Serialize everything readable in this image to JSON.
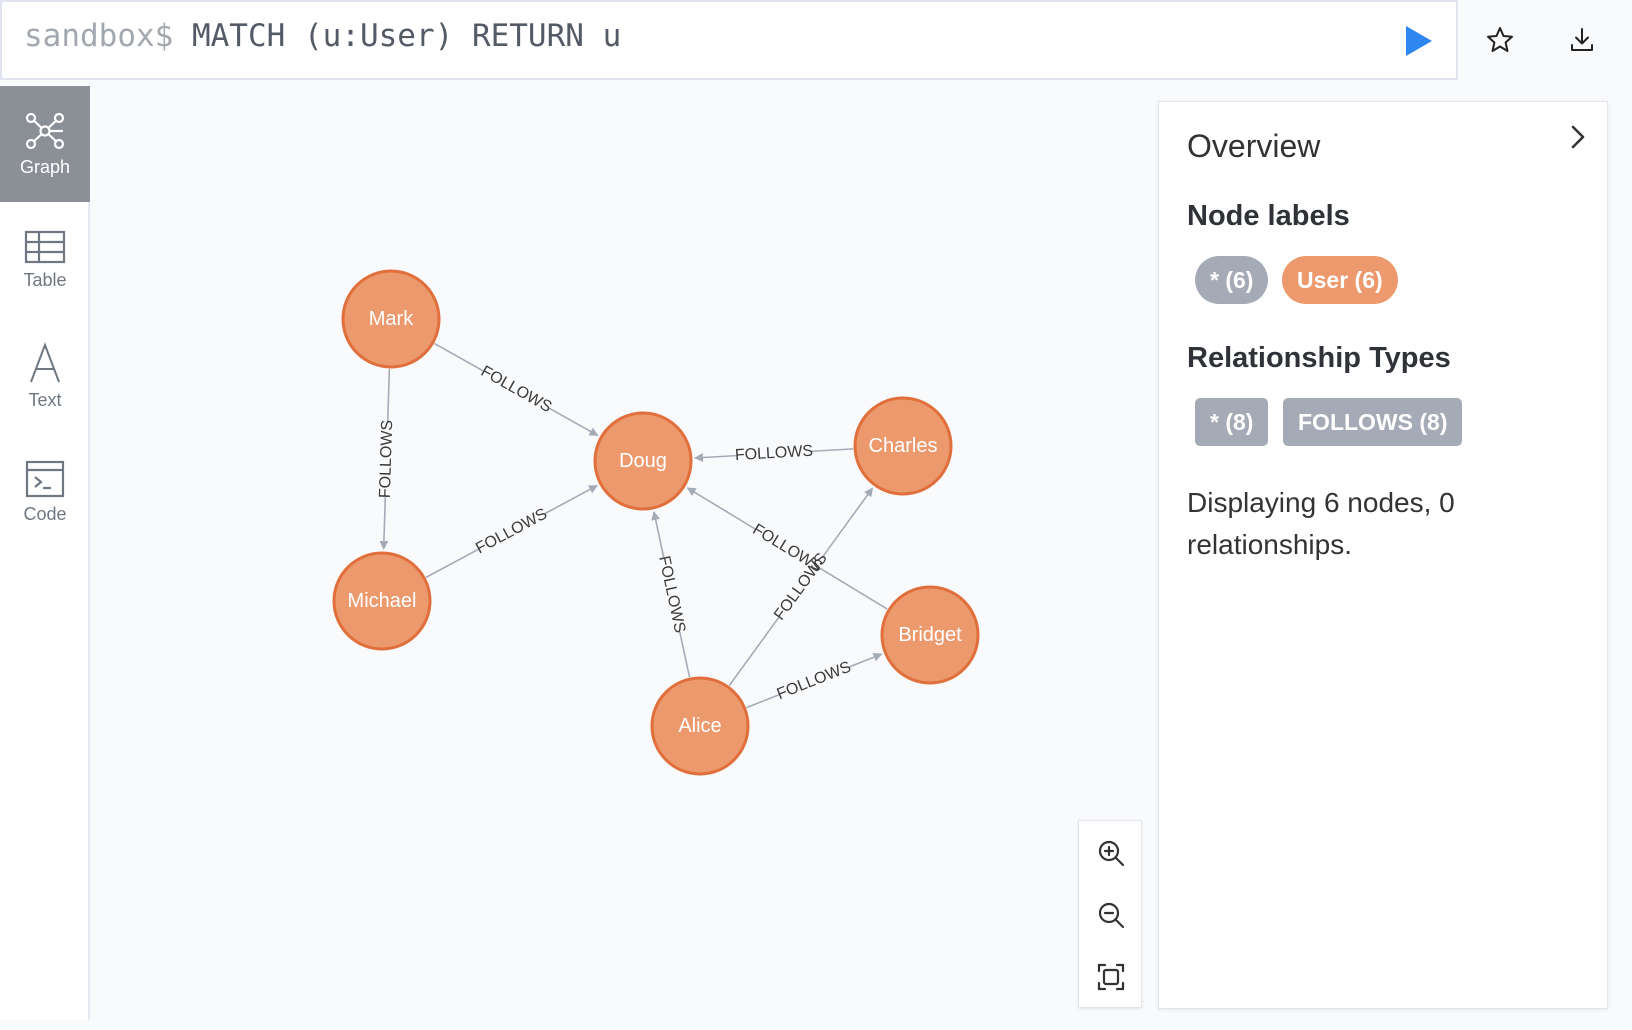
{
  "query_bar": {
    "prompt": "sandbox$",
    "query": "MATCH (u:User) RETURN u",
    "icons": [
      "play-icon",
      "star-icon",
      "download-icon"
    ],
    "accent_color": "#2e86f0"
  },
  "sidebar": {
    "items": [
      {
        "label": "Graph",
        "icon": "graph-icon",
        "active": true
      },
      {
        "label": "Table",
        "icon": "table-icon",
        "active": false
      },
      {
        "label": "Text",
        "icon": "text-icon",
        "active": false
      },
      {
        "label": "Code",
        "icon": "code-icon",
        "active": false
      }
    ]
  },
  "graph": {
    "node_color": "#ec9a6d",
    "node_border": "#e06f3c",
    "edge_color": "#a5abb6",
    "nodes": [
      {
        "id": "mark",
        "label": "Mark"
      },
      {
        "id": "doug",
        "label": "Doug"
      },
      {
        "id": "charles",
        "label": "Charles"
      },
      {
        "id": "michael",
        "label": "Michael"
      },
      {
        "id": "bridget",
        "label": "Bridget"
      },
      {
        "id": "alice",
        "label": "Alice"
      }
    ],
    "relationships": [
      {
        "from": "mark",
        "to": "doug",
        "type": "FOLLOWS"
      },
      {
        "from": "mark",
        "to": "michael",
        "type": "FOLLOWS"
      },
      {
        "from": "charles",
        "to": "doug",
        "type": "FOLLOWS"
      },
      {
        "from": "michael",
        "to": "doug",
        "type": "FOLLOWS"
      },
      {
        "from": "bridget",
        "to": "doug",
        "type": "FOLLOWS"
      },
      {
        "from": "alice",
        "to": "doug",
        "type": "FOLLOWS"
      },
      {
        "from": "alice",
        "to": "charles",
        "type": "FOLLOWS"
      },
      {
        "from": "alice",
        "to": "bridget",
        "type": "FOLLOWS"
      }
    ]
  },
  "zoom": {
    "icons": [
      "zoom-in-icon",
      "zoom-out-icon",
      "fit-icon"
    ]
  },
  "overview": {
    "title": "Overview",
    "node_labels_heading": "Node labels",
    "node_labels": [
      {
        "text": "* (6)",
        "color": "#a5abb6"
      },
      {
        "text": "User (6)",
        "color": "#ec9a6d"
      }
    ],
    "rel_types_heading": "Relationship Types",
    "rel_types": [
      {
        "text": "* (8)",
        "color": "#a5abb6"
      },
      {
        "text": "FOLLOWS (8)",
        "color": "#a5abb6"
      }
    ],
    "status": "Displaying 6 nodes, 0 relationships."
  }
}
